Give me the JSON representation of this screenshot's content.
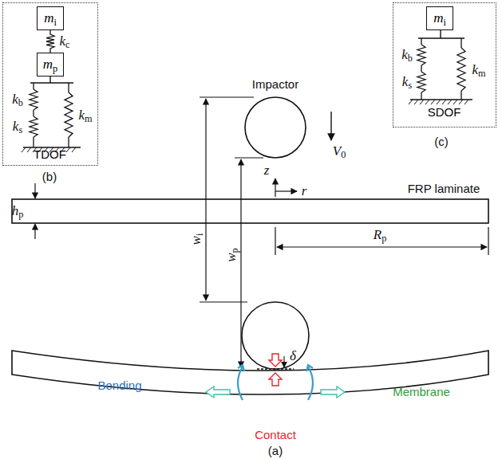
{
  "diagram": {
    "nodes": [
      {
        "text": [
          "TDOF"
        ]
      },
      {
        "text": [
          "mi"
        ],
        "in": 0
      },
      {
        "text": [
          "mp"
        ],
        "in": 0
      },
      {
        "text": [
          "SDOF"
        ]
      },
      {
        "text": [
          "mi"
        ],
        "in": 3
      }
    ],
    "edges": [
      {
        "from": 1,
        "to": 2,
        "arrow": "none",
        "label": "kc"
      }
    ],
    "labels": [
      "(b)",
      "kb",
      "ks",
      "km",
      "(c)",
      "kb",
      "ks",
      "km",
      "Impactor",
      "V0",
      "z",
      "r",
      "FRP laminate",
      "hp",
      "wi",
      "wp",
      "Rp",
      "δ",
      "Bending",
      "Membrane",
      "Contact",
      "(a)"
    ]
  }
}
